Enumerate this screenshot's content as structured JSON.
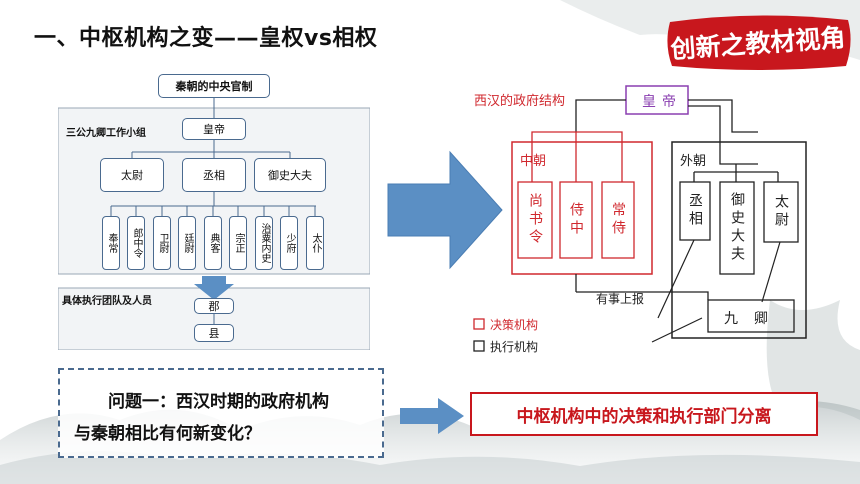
{
  "slide": {
    "title": "一、中枢机构之变——皇权vs相权",
    "badge_text": "创新之教材视角"
  },
  "qin_chart": {
    "top_label": "秦朝的中央官制",
    "group_label": "三公九卿工作小组",
    "emperor": "皇帝",
    "three_dukes": [
      "太尉",
      "丞相",
      "御史大夫"
    ],
    "nine_ministers": [
      "奉常",
      "郎中令",
      "卫尉",
      "廷尉",
      "典客",
      "宗正",
      "治粟内史",
      "少府",
      "太仆"
    ],
    "exec_label": "具体执行团队及人员",
    "local": [
      "郡",
      "县"
    ]
  },
  "han_chart": {
    "title": "西汉的政府结构",
    "emperor": "皇帝",
    "inner_court": "中朝",
    "inner_officials": [
      "尚书令",
      "侍中",
      "常侍"
    ],
    "outer_court": "外朝",
    "outer_officials": [
      "丞相",
      "御史大夫",
      "太尉"
    ],
    "report_text": "有事上报",
    "nine_ministers": "九卿",
    "legend": [
      {
        "label": "决策机构",
        "color": "#d0282e"
      },
      {
        "label": "执行机构",
        "color": "#222222"
      }
    ]
  },
  "question": {
    "line1": "问题一：西汉时期的政府机构",
    "line2": "与秦朝相比有何新变化？"
  },
  "answer": "中枢机构中的决策和执行部门分离",
  "colors": {
    "arrow_blue": "#5b8fc4",
    "han_red": "#d0282e",
    "han_purple": "#8a3fb0",
    "answer_red": "#c8171d"
  }
}
